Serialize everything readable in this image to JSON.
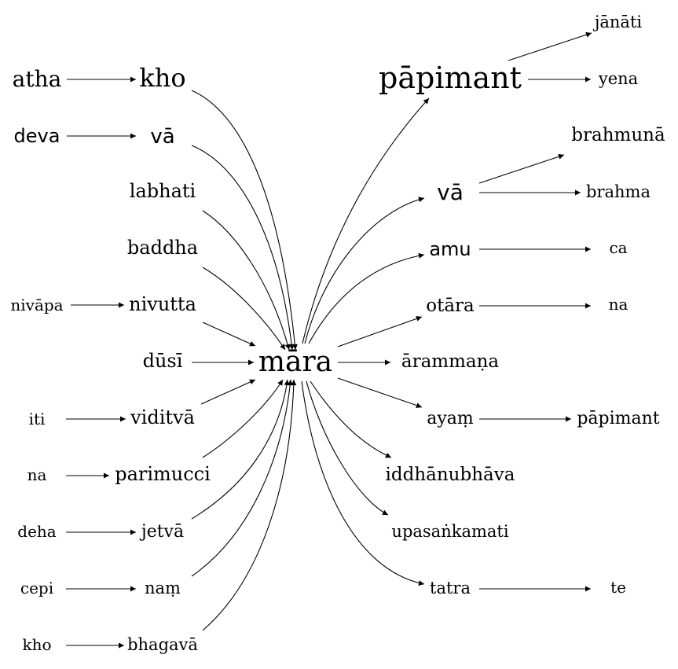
{
  "diagram": {
    "center": "māra",
    "left_nodes": {
      "kho_upper": "kho",
      "va_left": "vā",
      "labhati": "labhati",
      "baddha": "baddha",
      "nivutta": "nivutta",
      "dusi": "dūsī",
      "viditva": "viditvā",
      "parimucci": "parimucci",
      "jetva": "jetvā",
      "nam": "naṃ",
      "bhagava": "bhagavā"
    },
    "far_left_nodes": {
      "atha": "atha",
      "deva": "deva",
      "nivapa": "nivāpa",
      "iti": "iti",
      "na_left": "na",
      "deha": "deha",
      "cepi": "cepi",
      "kho_lower": "kho"
    },
    "right_nodes": {
      "papimant_main": "pāpimant",
      "va_right": "vā",
      "amu": "amu",
      "otara": "otāra",
      "arammana": "ārammaṇa",
      "ayam": "ayaṃ",
      "iddhanubhava": "iddhānubhāva",
      "upasankamati": "upasaṅkamati",
      "tatra": "tatra"
    },
    "far_right_nodes": {
      "janati": "jānāti",
      "yena": "yena",
      "brahmuna": "brahmunā",
      "brahma": "brahma",
      "ca": "ca",
      "na_right": "na",
      "papimant_small": "pāpimant",
      "te": "te"
    }
  }
}
